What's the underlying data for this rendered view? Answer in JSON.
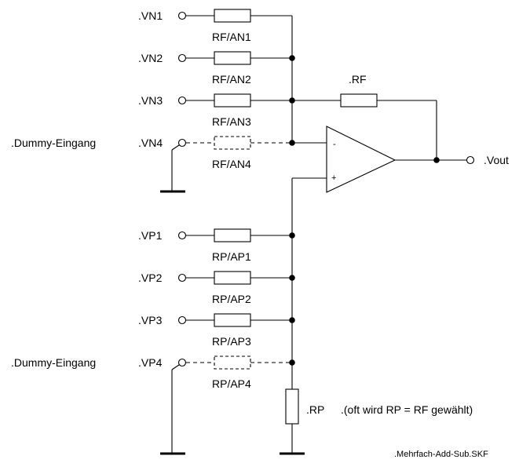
{
  "inputs_neg": [
    {
      "node": ".VN1",
      "resistor": "RF/AN1"
    },
    {
      "node": ".VN2",
      "resistor": "RF/AN2"
    },
    {
      "node": ".VN3",
      "resistor": "RF/AN3"
    },
    {
      "node": ".VN4",
      "resistor": "RF/AN4"
    }
  ],
  "inputs_pos": [
    {
      "node": ".VP1",
      "resistor": "RP/AP1"
    },
    {
      "node": ".VP2",
      "resistor": "RP/AP2"
    },
    {
      "node": ".VP3",
      "resistor": "RP/AP3"
    },
    {
      "node": ".VP4",
      "resistor": "RP/AP4"
    }
  ],
  "dummy_neg": ".Dummy-Eingang",
  "dummy_pos": ".Dummy-Eingang",
  "feedback_resistor": ".RF",
  "output": ".Vout",
  "opamp": {
    "minus": "-",
    "plus": "+"
  },
  "rp_label": ".RP",
  "rp_note": ".(oft wird RP = RF gewählt)",
  "filename": ".Mehrfach-Add-Sub.SKF"
}
